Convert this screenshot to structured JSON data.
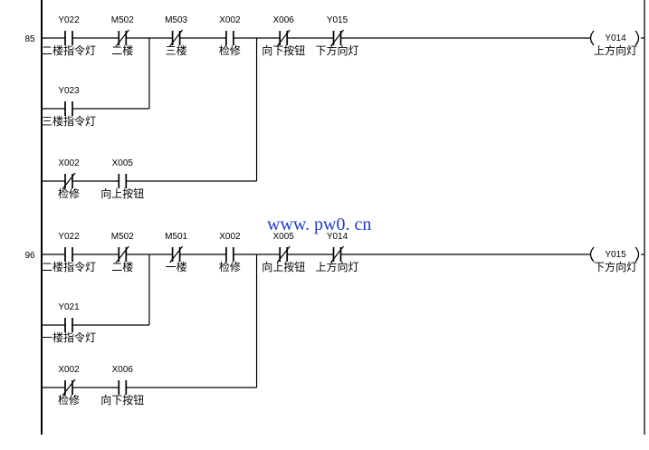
{
  "watermark": "www. pw0. cn",
  "colors": {
    "watermark": "#1e3ccf",
    "lines": "#000000",
    "background": "#ffffff"
  },
  "rungs": [
    {
      "step": "85",
      "contacts": [
        {
          "addr": "Y022",
          "icon": "normally-open-contact-icon",
          "comment": "二楼指令灯"
        },
        {
          "addr": "M502",
          "icon": "normally-closed-contact-icon",
          "comment": "二楼"
        },
        {
          "addr": "M503",
          "icon": "normally-closed-contact-icon",
          "comment": "三楼"
        },
        {
          "addr": "X002",
          "icon": "normally-open-contact-icon",
          "comment": "检修"
        },
        {
          "addr": "X006",
          "icon": "normally-closed-contact-icon",
          "comment": "向下按钮"
        },
        {
          "addr": "Y015",
          "icon": "normally-closed-contact-icon",
          "comment": "下方向灯"
        }
      ],
      "branches": [
        {
          "parallel_to": 2,
          "contacts": [
            {
              "addr": "Y023",
              "icon": "normally-open-contact-icon",
              "comment": "三楼指令灯"
            }
          ]
        },
        {
          "parallel_to": 4,
          "contacts": [
            {
              "addr": "X002",
              "icon": "normally-closed-contact-icon",
              "comment": "检修"
            },
            {
              "addr": "X005",
              "icon": "normally-open-contact-icon",
              "comment": "向上按钮"
            }
          ]
        }
      ],
      "coil": {
        "addr": "Y014",
        "comment": "上方向灯"
      }
    },
    {
      "step": "96",
      "contacts": [
        {
          "addr": "Y022",
          "icon": "normally-open-contact-icon",
          "comment": "二楼指令灯"
        },
        {
          "addr": "M502",
          "icon": "normally-closed-contact-icon",
          "comment": "二楼"
        },
        {
          "addr": "M501",
          "icon": "normally-closed-contact-icon",
          "comment": "一楼"
        },
        {
          "addr": "X002",
          "icon": "normally-open-contact-icon",
          "comment": "检修"
        },
        {
          "addr": "X005",
          "icon": "normally-closed-contact-icon",
          "comment": "向上按钮"
        },
        {
          "addr": "Y014",
          "icon": "normally-closed-contact-icon",
          "comment": "上方向灯"
        }
      ],
      "branches": [
        {
          "parallel_to": 2,
          "contacts": [
            {
              "addr": "Y021",
              "icon": "normally-open-contact-icon",
              "comment": "一楼指令灯"
            }
          ]
        },
        {
          "parallel_to": 4,
          "contacts": [
            {
              "addr": "X002",
              "icon": "normally-closed-contact-icon",
              "comment": "检修"
            },
            {
              "addr": "X006",
              "icon": "normally-open-contact-icon",
              "comment": "向下按钮"
            }
          ]
        }
      ],
      "coil": {
        "addr": "Y015",
        "comment": "下方向灯"
      }
    }
  ]
}
